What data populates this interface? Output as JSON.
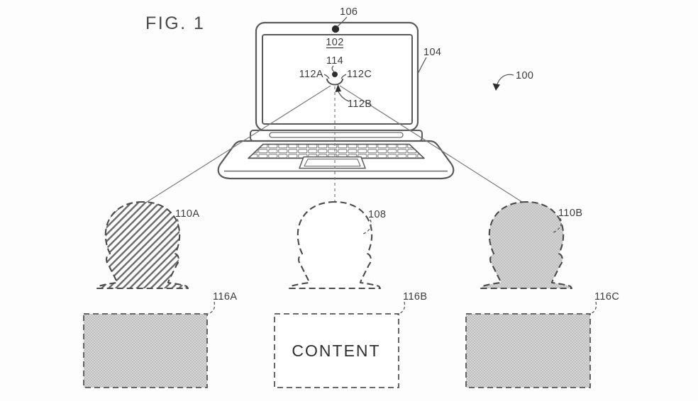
{
  "figure": {
    "title": "FIG. 1",
    "content_label": "CONTENT",
    "labels": {
      "l100": "100",
      "l102": "102",
      "l104": "104",
      "l106": "106",
      "l108": "108",
      "l110a": "110A",
      "l110b": "110B",
      "l112a": "112A",
      "l112b": "112B",
      "l112c": "112C",
      "l114": "114",
      "l116a": "116A",
      "l116b": "116B",
      "l116c": "116C"
    },
    "colors": {
      "background": "#fdfdfd",
      "ink": "#5a5a5a",
      "label_text": "#3c3c3c",
      "hatch": "#6a6a6a",
      "stipple_fill": "#d6d6d6",
      "stipple_dot": "#9f9f9f"
    }
  }
}
